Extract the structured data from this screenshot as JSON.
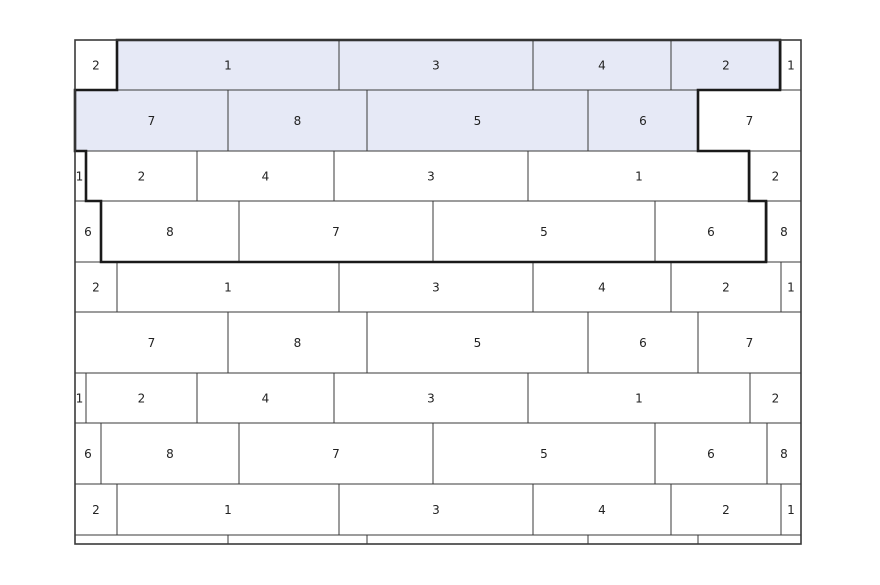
{
  "diagram": {
    "highlight_color": "#e6e9f6",
    "rows": [
      {
        "tiles": [
          {
            "label": "2"
          },
          {
            "label": "1",
            "hl": true
          },
          {
            "label": "3",
            "hl": true
          },
          {
            "label": "4",
            "hl": true
          },
          {
            "label": "2",
            "hl": true
          },
          {
            "label": "1"
          }
        ]
      },
      {
        "tiles": [
          {
            "label": "7",
            "hl": true
          },
          {
            "label": "8",
            "hl": true
          },
          {
            "label": "5",
            "hl": true
          },
          {
            "label": "6",
            "hl": true
          },
          {
            "label": "7"
          }
        ]
      },
      {
        "tiles": [
          {
            "label": "1"
          },
          {
            "label": "2"
          },
          {
            "label": "4"
          },
          {
            "label": "3"
          },
          {
            "label": "1"
          },
          {
            "label": "2"
          }
        ]
      },
      {
        "tiles": [
          {
            "label": "6"
          },
          {
            "label": "8"
          },
          {
            "label": "7"
          },
          {
            "label": "5"
          },
          {
            "label": "6"
          },
          {
            "label": "8"
          }
        ]
      },
      {
        "tiles": [
          {
            "label": "2"
          },
          {
            "label": "1"
          },
          {
            "label": "3"
          },
          {
            "label": "4"
          },
          {
            "label": "2"
          },
          {
            "label": "1"
          }
        ]
      },
      {
        "tiles": [
          {
            "label": "7"
          },
          {
            "label": "8"
          },
          {
            "label": "5"
          },
          {
            "label": "6"
          },
          {
            "label": "7"
          }
        ]
      },
      {
        "tiles": [
          {
            "label": "1"
          },
          {
            "label": "2"
          },
          {
            "label": "4"
          },
          {
            "label": "3"
          },
          {
            "label": "1"
          },
          {
            "label": "2"
          }
        ]
      },
      {
        "tiles": [
          {
            "label": "6"
          },
          {
            "label": "8"
          },
          {
            "label": "7"
          },
          {
            "label": "5"
          },
          {
            "label": "6"
          },
          {
            "label": "8"
          }
        ]
      },
      {
        "tiles": [
          {
            "label": "2"
          },
          {
            "label": "1"
          },
          {
            "label": "3"
          },
          {
            "label": "4"
          },
          {
            "label": "2"
          },
          {
            "label": "1"
          }
        ]
      },
      {
        "tiles": [
          {
            "label": ""
          },
          {
            "label": ""
          },
          {
            "label": ""
          },
          {
            "label": ""
          },
          {
            "label": ""
          }
        ]
      }
    ]
  }
}
